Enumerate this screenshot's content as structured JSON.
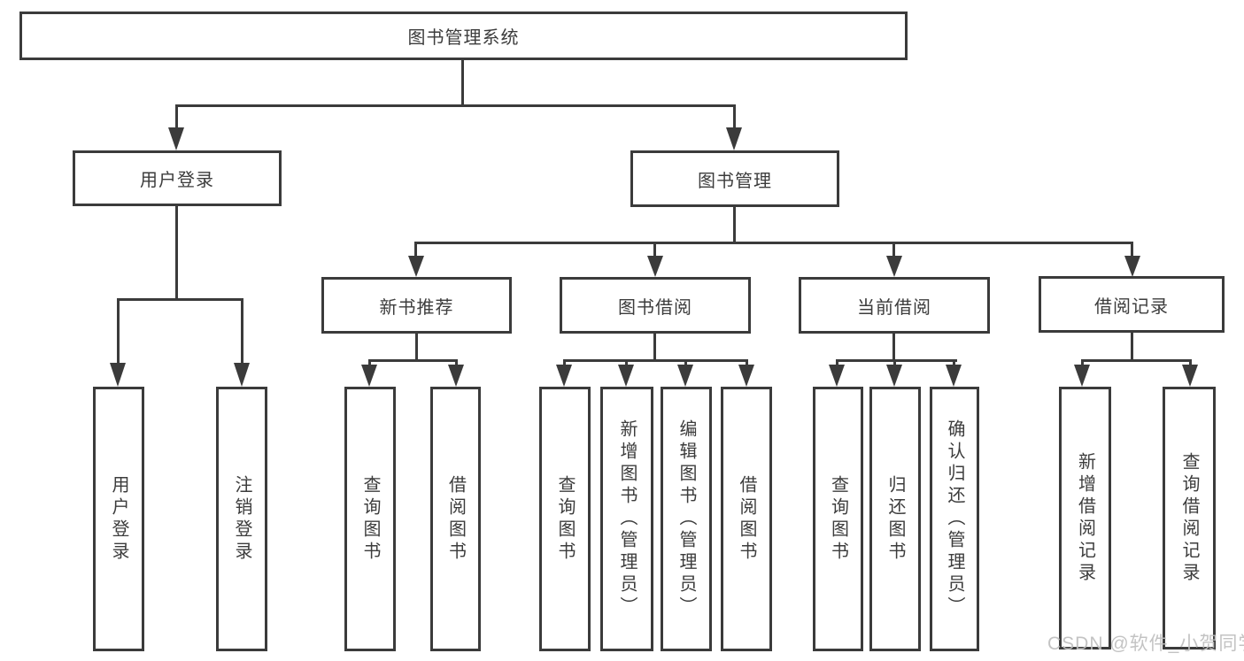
{
  "tree": {
    "label": "图书管理系统",
    "children": [
      {
        "label": "用户登录",
        "children": [
          {
            "label": "用户登录"
          },
          {
            "label": "注销登录"
          }
        ]
      },
      {
        "label": "图书管理",
        "children": [
          {
            "label": "新书推荐",
            "children": [
              {
                "label": "查询图书"
              },
              {
                "label": "借阅图书"
              }
            ]
          },
          {
            "label": "图书借阅",
            "children": [
              {
                "label": "查询图书"
              },
              {
                "label": "新增图书（管理员）"
              },
              {
                "label": "编辑图书（管理员）"
              },
              {
                "label": "借阅图书"
              }
            ]
          },
          {
            "label": "当前借阅",
            "children": [
              {
                "label": "查询图书"
              },
              {
                "label": "归还图书"
              },
              {
                "label": "确认归还（管理员）"
              }
            ]
          },
          {
            "label": "借阅记录",
            "children": [
              {
                "label": "新增借阅记录"
              },
              {
                "label": "查询借阅记录"
              }
            ]
          }
        ]
      }
    ]
  },
  "watermark": {
    "text": "CSDN @软件_小贺同学"
  },
  "colors": {
    "line": "#3b3b3b",
    "text": "#3c3c3c",
    "watermark": "#bebebe",
    "background": "#ffffff"
  }
}
